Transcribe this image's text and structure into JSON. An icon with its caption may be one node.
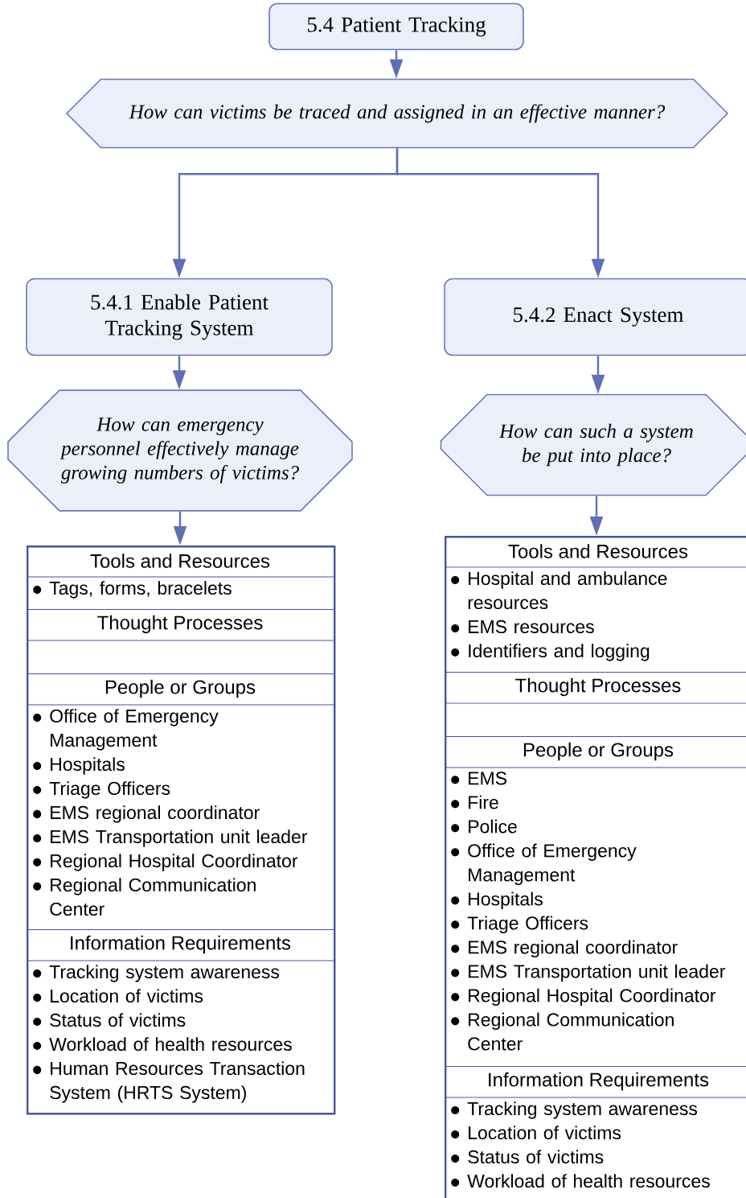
{
  "diagram": {
    "nodes": [
      {
        "text": [
          "5.4 Patient Tracking"
        ]
      },
      {
        "text": [
          "How can victims be traced and assigned in an effective manner?"
        ]
      },
      {
        "text": [
          "5.4.1 Enable Patient Tracking System"
        ]
      },
      {
        "text": [
          "5.4.2 Enact System"
        ]
      },
      {
        "text": [
          "How can emergency personnel effectively manage growing numbers of victims?"
        ]
      },
      {
        "text": [
          "How can such a system be put into place?"
        ]
      },
      {
        "text": [],
        "shape": "box"
      },
      {
        "text": [
          "Tools and Resources",
          "Tags, forms, bracelets"
        ],
        "in": 6
      },
      {
        "text": [
          "Thought Processes"
        ],
        "in": 6
      },
      {
        "text": [
          "People or Groups",
          "Office of Emergency Management",
          "Hospitals",
          "Triage Officers",
          "EMS regional coordinator",
          "EMS Transportation unit leader",
          "Regional Hospital Coordinator",
          "Regional Communication Center"
        ],
        "in": 6
      },
      {
        "text": [
          "Information Requirements",
          "Tracking system awareness",
          "Location of victims",
          "Status of victims",
          "Workload of health resources",
          "Human Resources Transaction System (HRTS System)"
        ],
        "in": 6
      },
      {
        "text": [],
        "shape": "box"
      },
      {
        "text": [
          "Tools and Resources",
          "Hospital and ambulance resources",
          "EMS resources",
          "Identifiers and logging"
        ],
        "in": 11
      },
      {
        "text": [
          "Thought Processes"
        ],
        "in": 11
      },
      {
        "text": [
          "People or Groups",
          "EMS",
          "Fire",
          "Police",
          "Office of Emergency Management",
          "Hospitals",
          "Triage Officers",
          "EMS regional coordinator",
          "EMS Transportation unit leader",
          "Regional Hospital Coordinator",
          "Regional Communication Center"
        ],
        "in": 11
      },
      {
        "text": [
          "Information Requirements",
          "Tracking system awareness",
          "Location of victims",
          "Status of victims",
          "Workload of health resources"
        ],
        "in": 11
      }
    ],
    "edges": [
      {
        "from": 0,
        "to": 1,
        "arrow": "to"
      },
      {
        "from": 1,
        "to": 2,
        "arrow": "to"
      },
      {
        "from": 1,
        "to": 3,
        "arrow": "to"
      },
      {
        "from": 2,
        "to": 4,
        "arrow": "to"
      },
      {
        "from": 3,
        "to": 5,
        "arrow": "to"
      },
      {
        "from": 4,
        "to": 6,
        "arrow": "to"
      },
      {
        "from": 5,
        "to": 11,
        "arrow": "to"
      }
    ]
  }
}
